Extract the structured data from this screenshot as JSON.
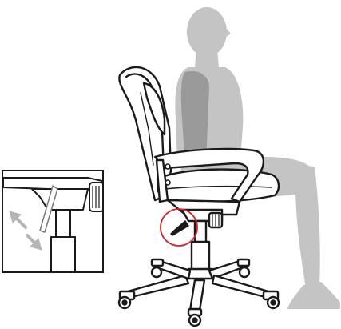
{
  "colors": {
    "background": "#ffffff",
    "person": "#c4c4c4",
    "person_shadow": "#9a9a9a",
    "chair_outline": "#1a1a1a",
    "chair_fill": "#ffffff",
    "highlight_circle": "#d0232a",
    "adjust_arrow": "#b5b5b5"
  },
  "illustration": {
    "subject": "seated-person-on-office-chair",
    "highlight": "height-adjustment-lever",
    "inset": "lever-detail-with-up-down-arrows"
  }
}
